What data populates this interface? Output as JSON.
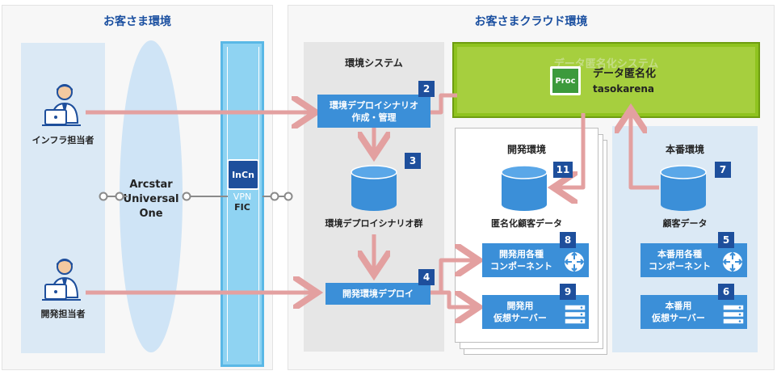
{
  "onprem": {
    "title": "お客さま環境"
  },
  "cloud": {
    "title": "お客さまクラウド環境"
  },
  "people": {
    "infra": "インフラ担当者",
    "dev": "開発担当者"
  },
  "network": {
    "arcstar": "Arcstar\nUniversal\nOne",
    "vpn": "VPN",
    "fic": "FIC",
    "fic_icon": "InCn"
  },
  "env_system": {
    "title": "環境システム",
    "create_box": "環境デプロイシナリオ\n作成・管理",
    "scenario_db": "環境デプロイシナリオ群",
    "deploy_box": "開発環境デプロイ"
  },
  "anon_system": {
    "title": "データ匿名化システム",
    "proc_icon": "Proc",
    "name": "データ匿名化",
    "product": "tasokarena"
  },
  "dev_env": {
    "title": "開発環境",
    "anon_db": "匿名化顧客データ",
    "components": "開発用各種\nコンポーネント",
    "servers": "開発用\n仮想サーバー"
  },
  "prod_env": {
    "title": "本番環境",
    "db": "顧客データ",
    "components": "本番用各種\nコンポーネント",
    "servers": "本番用\n仮想サーバー"
  },
  "badges": {
    "b2": "2",
    "b3": "3",
    "b4": "4",
    "b5": "5",
    "b6": "6",
    "b7": "7",
    "b8": "8",
    "b9": "9",
    "b11": "11"
  },
  "colors": {
    "arrow": "#e3a0a0",
    "box_blue": "#3b8fd8",
    "badge_navy": "#1e4f9c",
    "anon_green": "#8fc31f",
    "panel_light": "#dbe9f5",
    "fic_cyan": "#8fd3f2"
  }
}
